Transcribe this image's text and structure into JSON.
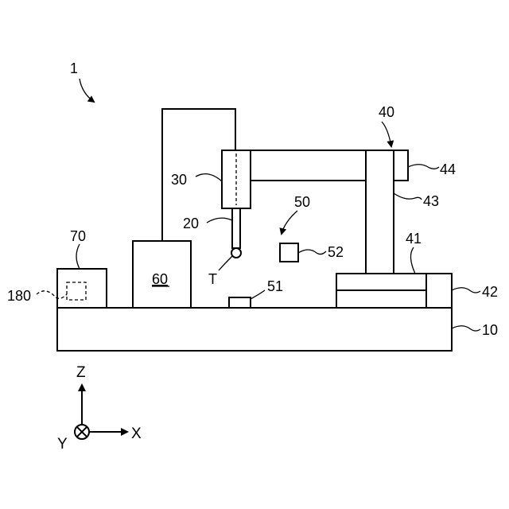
{
  "labels": {
    "device": "1",
    "unit_40": "40",
    "ref_44": "44",
    "ref_30": "30",
    "ref_43": "43",
    "ref_50": "50",
    "ref_20": "20",
    "ref_41": "41",
    "ref_70": "70",
    "ref_52": "52",
    "ref_42": "42",
    "ref_60": "60",
    "ref_T": "T",
    "ref_180": "180",
    "ref_51": "51",
    "ref_10": "10"
  },
  "axes": {
    "z": "Z",
    "x": "X",
    "y": "Y"
  }
}
